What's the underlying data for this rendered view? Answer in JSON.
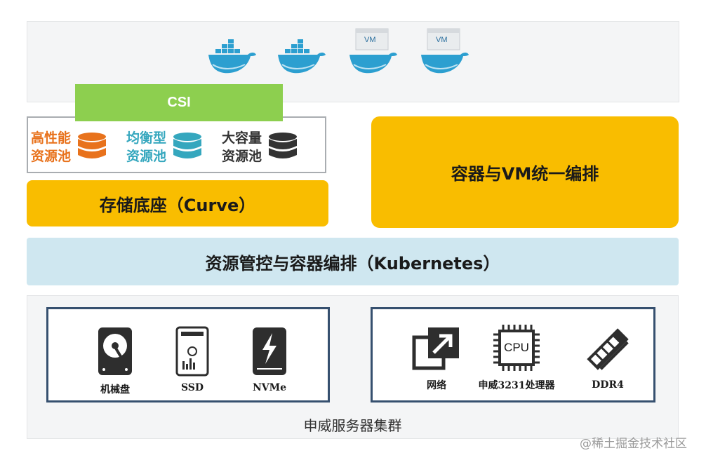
{
  "containers": {
    "vm_label": "VM"
  },
  "csi": {
    "label": "CSI"
  },
  "pools": [
    {
      "line1": "高性能",
      "line2": "资源池",
      "color": "#e8721c"
    },
    {
      "line1": "均衡型",
      "line2": "资源池",
      "color": "#35a7be"
    },
    {
      "line1": "大容量",
      "line2": "资源池",
      "color": "#333333"
    }
  ],
  "storage_base": {
    "label": "存储底座（Curve）"
  },
  "orchestration": {
    "label": "容器与VM统一编排"
  },
  "k8s": {
    "label": "资源管控与容器编排（Kubernetes）"
  },
  "storage_hw": {
    "items": [
      {
        "label": "机械盘",
        "icon": "hdd-icon"
      },
      {
        "label": "SSD",
        "icon": "ssd-icon"
      },
      {
        "label": "NVMe",
        "icon": "nvme-icon"
      }
    ]
  },
  "compute_hw": {
    "items": [
      {
        "label": "网络",
        "icon": "network-icon"
      },
      {
        "label": "申威3231处理器",
        "icon": "cpu-icon",
        "chip_text": "CPU"
      },
      {
        "label": "DDR4",
        "icon": "memory-icon"
      }
    ]
  },
  "cluster": {
    "label": "申威服务器集群"
  },
  "watermark": {
    "text": "@稀土掘金技术社区"
  }
}
